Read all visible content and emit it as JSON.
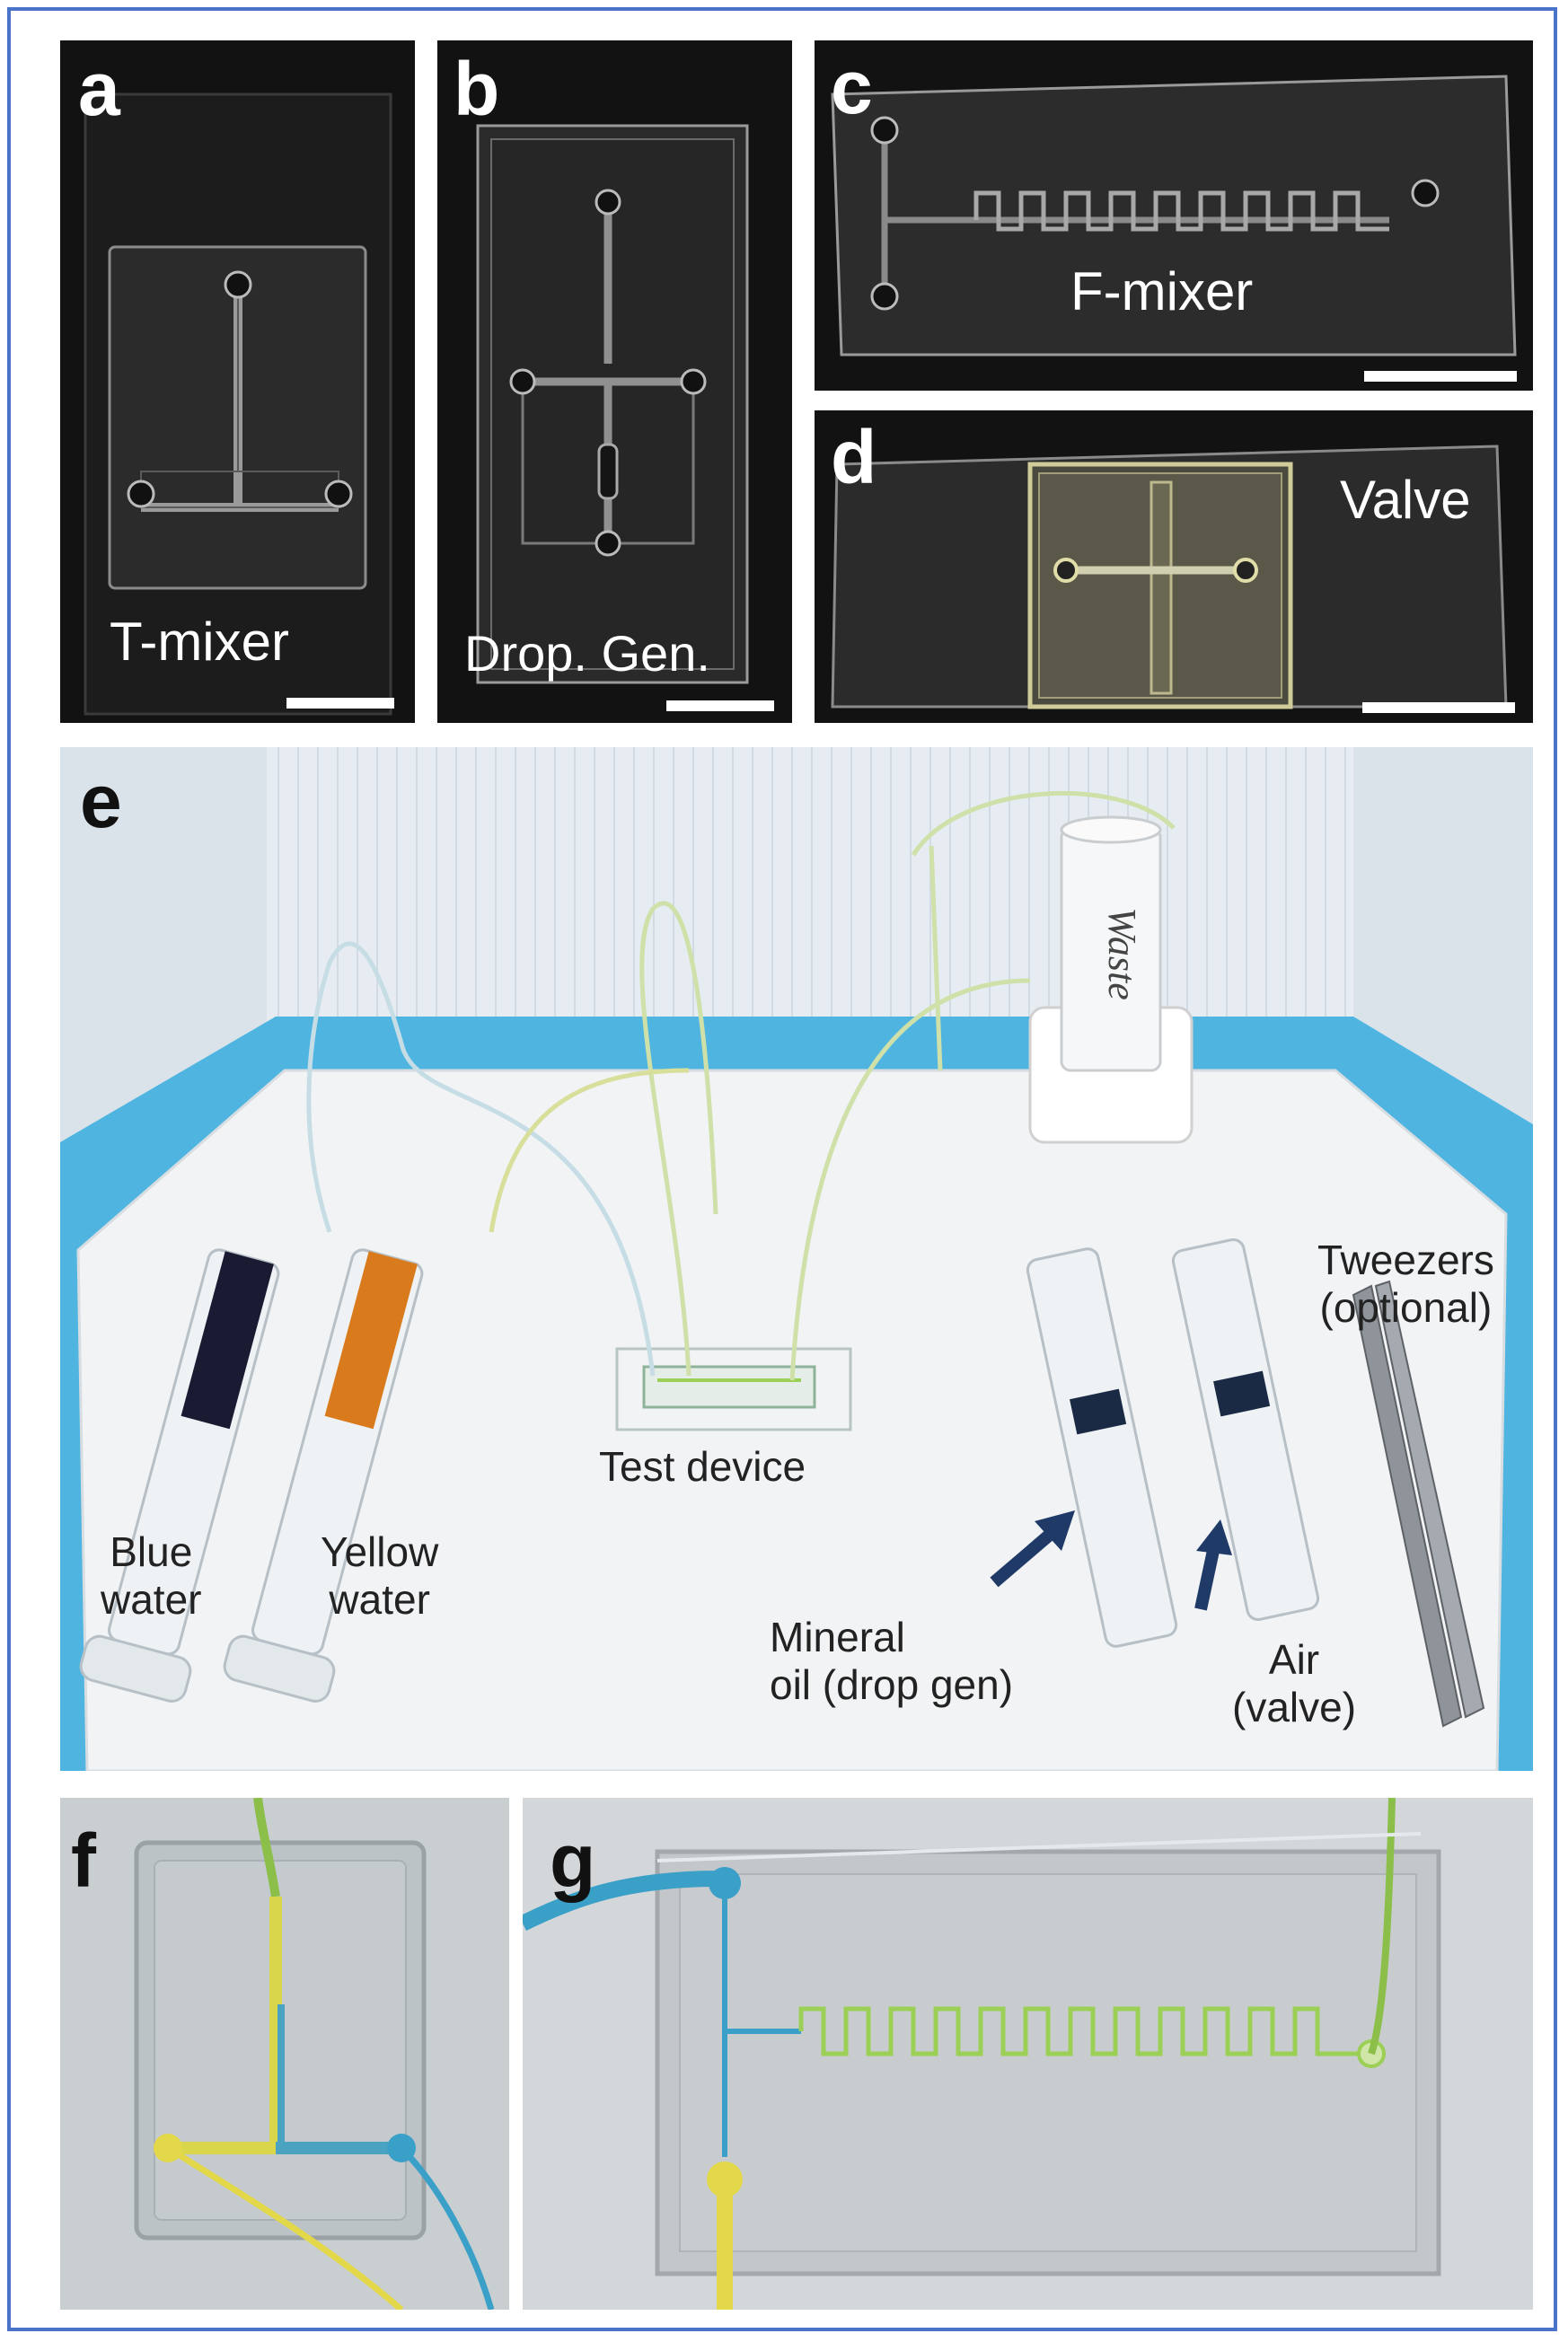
{
  "panels": {
    "a": {
      "label": "a",
      "device": "T-mixer"
    },
    "b": {
      "label": "b",
      "device": "Drop. Gen."
    },
    "c": {
      "label": "c",
      "device": "F-mixer"
    },
    "d": {
      "label": "d",
      "device": "Valve"
    },
    "e": {
      "label": "e",
      "annotations": {
        "blue_water": [
          "Blue",
          "water"
        ],
        "yellow_water": [
          "Yellow",
          "water"
        ],
        "test_device": "Test device",
        "mineral_oil": [
          "Mineral",
          "oil (drop gen)"
        ],
        "air": [
          "Air",
          "(valve)"
        ],
        "tweezers": [
          "Tweezers",
          "(optional)"
        ],
        "tube_text": "Waste"
      }
    },
    "f": {
      "label": "f"
    },
    "g": {
      "label": "g"
    }
  },
  "colors": {
    "frame": "#4a74c9",
    "dark_background": "#141414",
    "blue_liquid": "#3aa0c8",
    "yellow_liquid": "#e3d84a",
    "green_liquid": "#9bcf55",
    "absorbent_pad": "#4fb5e0"
  }
}
